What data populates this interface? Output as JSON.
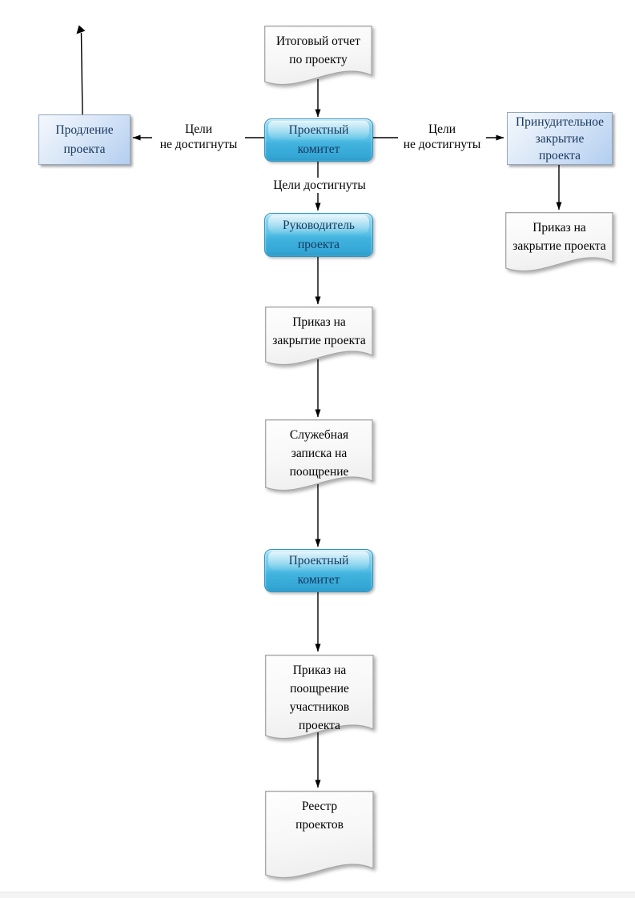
{
  "nodes": {
    "final_report": {
      "shape": "document",
      "label": "Итоговый отчет\nпо проекту"
    },
    "project_committee_1": {
      "shape": "process",
      "label": "Проектный\nкомитет"
    },
    "prolongation": {
      "shape": "rect",
      "label": "Продление\nпроекта"
    },
    "forced_closure": {
      "shape": "rect",
      "label": "Принудительное\nзакрытие\nпроекта"
    },
    "closure_order_right": {
      "shape": "document",
      "label": "Приказ на\nзакрытие проекта"
    },
    "project_manager": {
      "shape": "process",
      "label": "Руководитель\nпроекта"
    },
    "closure_order": {
      "shape": "document",
      "label": "Приказ на\nзакрытие проекта"
    },
    "memo_incentive": {
      "shape": "document",
      "label": "Служебная\nзаписка на\nпоощрение"
    },
    "project_committee_2": {
      "shape": "process",
      "label": "Проектный\nкомитет"
    },
    "incentive_order": {
      "shape": "document",
      "label": "Приказ на\nпоощрение\nучастников\nпроекта"
    },
    "project_registry": {
      "shape": "document",
      "label": "Реестр\nпроектов"
    }
  },
  "edge_labels": {
    "goals_not_met_left": "Цели\nне достигнуты",
    "goals_not_met_right": "Цели\nне достигнуты",
    "goals_met": "Цели достигнуты"
  },
  "colors": {
    "process_fill_top": "#b9e6f7",
    "process_fill_bottom": "#2d9bca",
    "process_border": "#2e93c0",
    "rect_fill_light": "#f4f8fd",
    "rect_fill_dark": "#b3cef0",
    "rect_border": "#94a7bf",
    "document_fill": "#fbfbfb",
    "document_border": "#a6a6a6",
    "node_text": "#17375d",
    "label_text": "#000000",
    "arrow": "#000000"
  }
}
